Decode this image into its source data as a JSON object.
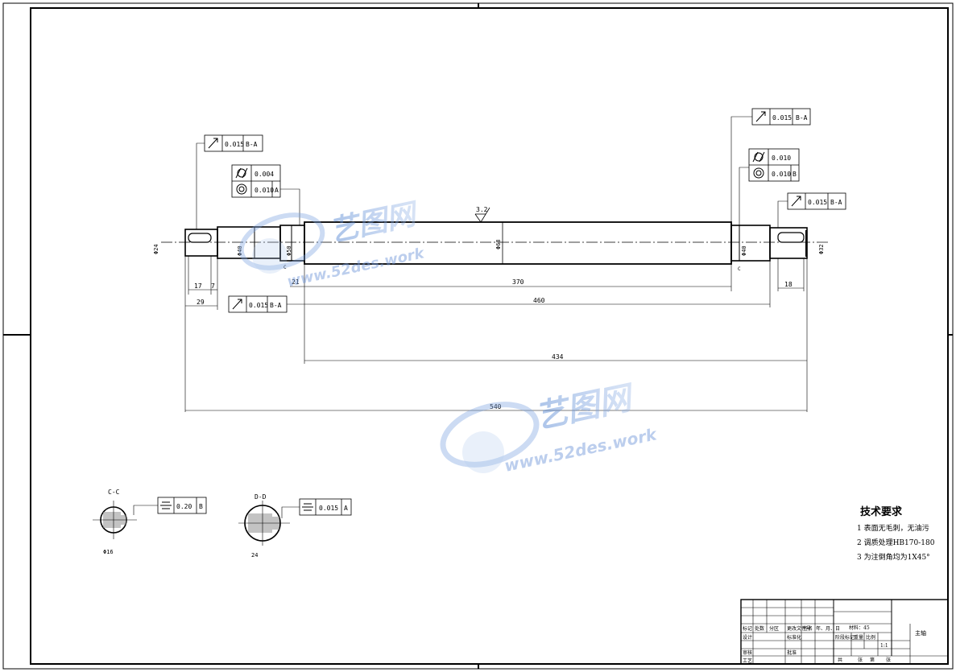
{
  "drawing": {
    "tech_requirements": {
      "title": "技术要求",
      "items": [
        "1  表面无毛刺，无油污",
        "2  调质处理HB170-180",
        "3 为注倒角均为1X45°"
      ]
    },
    "tolerance_frames": [
      {
        "symbol": "runout-icon",
        "value": "0.015",
        "datum": "B-A"
      },
      {
        "symbol": "cylindricity-icon",
        "value": "0.004",
        "datum": ""
      },
      {
        "symbol": "concentricity-icon",
        "value": "0.010",
        "datum": "A"
      },
      {
        "symbol": "runout-icon",
        "value": "0.015",
        "datum": "B-A"
      },
      {
        "symbol": "runout-icon",
        "value": "0.015",
        "datum": "B-A"
      },
      {
        "symbol": "cylindricity-icon",
        "value": "0.010",
        "datum": ""
      },
      {
        "symbol": "concentricity-icon",
        "value": "0.010",
        "datum": "B"
      },
      {
        "symbol": "runout-icon",
        "value": "0.015",
        "datum": "B-A"
      },
      {
        "symbol": "symmetry-icon",
        "value": "0.20",
        "datum": "B"
      },
      {
        "symbol": "symmetry-icon",
        "value": "0.015",
        "datum": "A"
      }
    ],
    "dimensions": {
      "d17": "17",
      "d7": "7",
      "d29": "29",
      "d21": "21",
      "d370": "370",
      "d18": "18",
      "d460": "460",
      "d434": "434",
      "d540": "540"
    },
    "surface_roughness": "3.2",
    "sections": {
      "cc": "C-C",
      "dd": "D-D"
    },
    "watermark": {
      "brand": "艺图网",
      "url": "www.52des.work"
    },
    "title_block": {
      "material": "材料：45",
      "scale": "1:1",
      "labels": [
        "标记",
        "处数",
        "分区",
        "更改文件号",
        "签名",
        "年、月、日",
        "设计",
        "标准化",
        "审核",
        "工艺",
        "批准",
        "阶段标记",
        "重量",
        "比例",
        "共",
        "张",
        "第",
        "张",
        "主轴"
      ]
    }
  }
}
